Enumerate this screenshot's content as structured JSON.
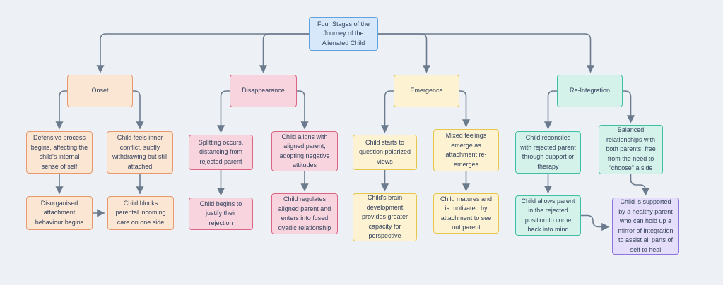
{
  "diagram": {
    "type": "flowchart",
    "title": "Four Stages of the Journey of the Alienated Child",
    "colors": {
      "background": "#edf1f6",
      "connector": "#6b7a8c",
      "text": "#33415c",
      "root_fill": "#d6e8fa",
      "root_border": "#5fa2dd",
      "onset_fill": "#fbe5d3",
      "onset_border": "#e9996b",
      "disappearance_fill": "#f8d5de",
      "disappearance_border": "#dc6484",
      "emergence_fill": "#fdf2d2",
      "emergence_border": "#e7c64c",
      "reintegration_fill": "#d4f2e9",
      "reintegration_border": "#3fbfa4",
      "final_fill": "#e5defa",
      "final_border": "#8f74e0"
    }
  },
  "nodes": {
    "root": {
      "label": "Four Stages of the Journey of the Alienated Child"
    },
    "onset": {
      "label": "Onset"
    },
    "disappearance": {
      "label": "Disappearance"
    },
    "emergence": {
      "label": "Emergence"
    },
    "reintegration": {
      "label": "Re-Integration"
    },
    "defensive": {
      "label": "Defensive process begins, affecting the child's internal sense of self"
    },
    "conflict": {
      "label": "Child feels inner conflict, subtly withdrawing but still attached"
    },
    "disorganised": {
      "label": "Disorganised attachment behaviour begins"
    },
    "blocks": {
      "label": "Child blocks parental incoming care on one side"
    },
    "splitting": {
      "label": "Splitting occurs, distancing from rejected parent"
    },
    "aligns": {
      "label": "Child aligns with aligned parent, adopting negative attitudes"
    },
    "justify": {
      "label": "Child begins to justify their rejection"
    },
    "regulates": {
      "label": "Child regulates aligned parent and enters into fused dyadic relationship"
    },
    "question": {
      "label": "Child starts to question polarized views"
    },
    "mixed": {
      "label": "Mixed feelings emerge as attachment re-emerges"
    },
    "brain": {
      "label": "Child's brain development provides greater capacity for perspective"
    },
    "matures": {
      "label": "Child matures and is motivated by attachment to see out parent"
    },
    "reconciles": {
      "label": "Child reconciles with rejected parent through support or therapy"
    },
    "balanced": {
      "label": "Balanced relationships with both parents, free from the need to \"choose\" a side"
    },
    "allows": {
      "label": "Child allows parent in the rejected position to come back into mind"
    },
    "supported": {
      "label": "Child is supported by a healthy parent who can hold up a mirror of integration to assist all parts of self to heal"
    }
  }
}
